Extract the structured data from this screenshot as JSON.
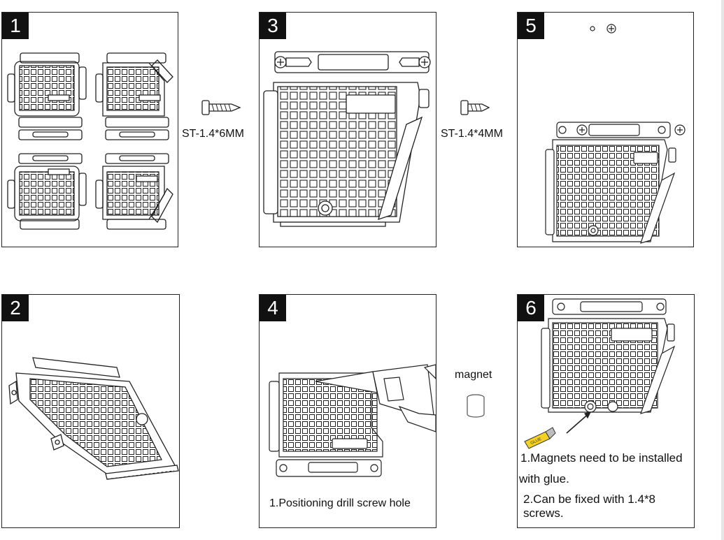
{
  "steps": [
    {
      "number": "1"
    },
    {
      "number": "2"
    },
    {
      "number": "3"
    },
    {
      "number": "4",
      "caption": "1.Positioning drill screw hole"
    },
    {
      "number": "5"
    },
    {
      "number": "6",
      "note_line1": "1.Magnets need to be installed",
      "note_line2": "with glue.",
      "note_line3": "2.Can be fixed with 1.4*8",
      "note_line4": "screws."
    }
  ],
  "screws": {
    "left_label": "ST-1.4*6MM",
    "right_label": "ST-1.4*4MM"
  },
  "magnet_label": "magnet",
  "glue_label": "GLUE"
}
